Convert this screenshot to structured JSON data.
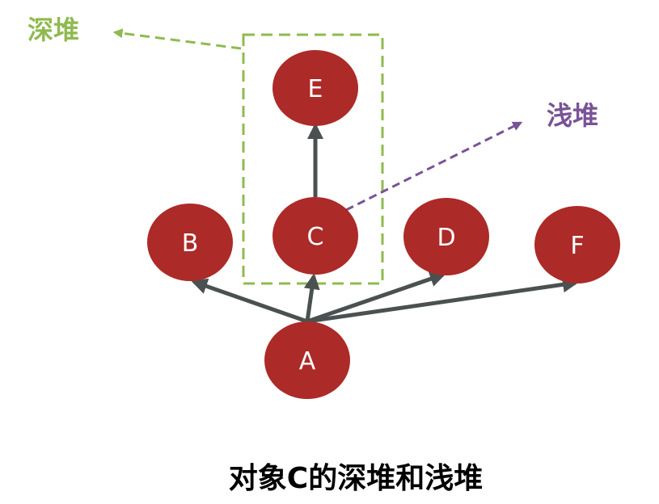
{
  "nodes": {
    "a": "A",
    "b": "B",
    "c": "C",
    "d": "D",
    "e": "E",
    "f": "F"
  },
  "callouts": {
    "deep_heap": "深堆",
    "shallow_heap": "浅堆"
  },
  "caption": "对象C的深堆和浅堆",
  "colors": {
    "node_fill": "#ac2a28",
    "arrow": "#4a5150",
    "deep_heap": "#8fba4f",
    "shallow_heap": "#7a5296",
    "node_text": "#ffffff",
    "caption": "#000000"
  }
}
